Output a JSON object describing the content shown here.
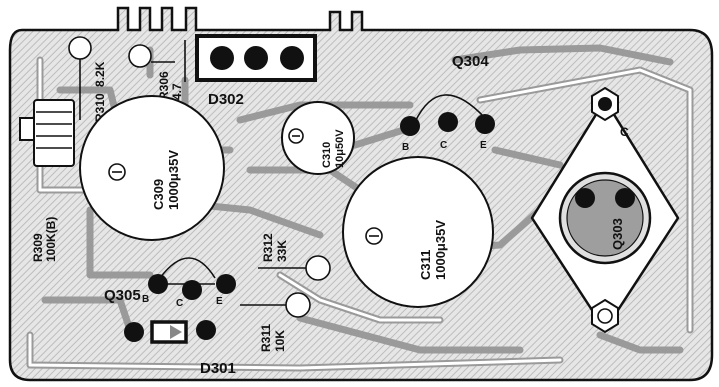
{
  "components": {
    "R310": {
      "ref": "R310",
      "value": "8.2K"
    },
    "R306": {
      "ref": "R306",
      "value": "4.7"
    },
    "D302": {
      "ref": "D302"
    },
    "Q304": {
      "ref": "Q304",
      "pins": [
        "B",
        "C",
        "E"
      ]
    },
    "C310": {
      "ref": "C310",
      "value": "10μ50V"
    },
    "C309": {
      "ref": "C309",
      "value": "1000μ35V"
    },
    "R309": {
      "ref": "R309",
      "value": "100K(B)"
    },
    "R312": {
      "ref": "R312",
      "value": "33K"
    },
    "C311": {
      "ref": "C311",
      "value": "1000μ35V"
    },
    "Q303": {
      "ref": "Q303",
      "pin": "C"
    },
    "Q305": {
      "ref": "Q305",
      "pins": [
        "B",
        "C",
        "E"
      ]
    },
    "R311": {
      "ref": "R311",
      "value": "10K"
    },
    "D301": {
      "ref": "D301"
    }
  },
  "symbols": {
    "minus": "⊖"
  }
}
